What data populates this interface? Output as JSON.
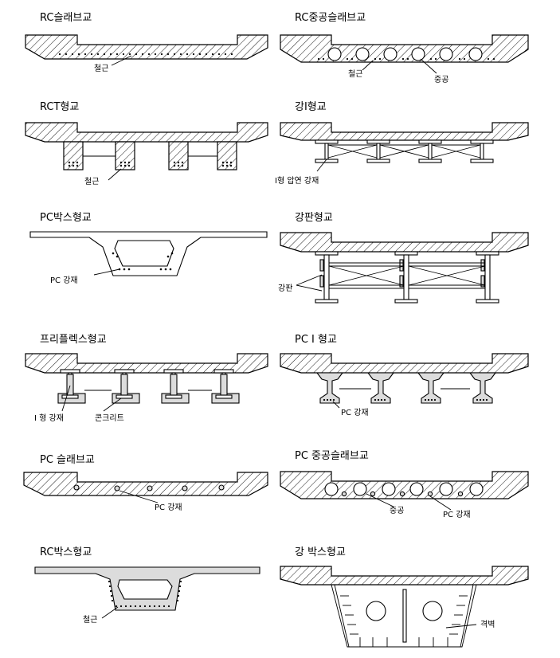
{
  "panels": {
    "rc_slab": {
      "title": "RC슬래브교",
      "labels": [
        "철근"
      ]
    },
    "rc_hollow": {
      "title": "RC중공슬래브교",
      "labels": [
        "철근",
        "중공"
      ]
    },
    "rct": {
      "title": "RCT형교",
      "labels": [
        "철근"
      ]
    },
    "steel_i": {
      "title": "강I형교",
      "labels": [
        "I형 압연 강재"
      ]
    },
    "pc_box": {
      "title": "PC박스형교",
      "labels": [
        "PC 강재"
      ]
    },
    "steel_plate": {
      "title": "강판형교",
      "labels": [
        "강판"
      ]
    },
    "preflex": {
      "title": "프리플렉스형교",
      "labels": [
        "I 형 강재",
        "콘크리트"
      ]
    },
    "pc_i": {
      "title": "PC  I  형교",
      "labels": [
        "PC 강재"
      ]
    },
    "pc_slab": {
      "title": "PC  슬래브교",
      "labels": [
        "PC 강재"
      ]
    },
    "pc_hollow": {
      "title": "PC  중공슬래브교",
      "labels": [
        "중공",
        "PC 강재"
      ]
    },
    "rc_box": {
      "title": "RC박스형교",
      "labels": [
        "철근"
      ]
    },
    "steel_box": {
      "title": "강  박스형교",
      "labels": [
        "격벽"
      ]
    }
  }
}
